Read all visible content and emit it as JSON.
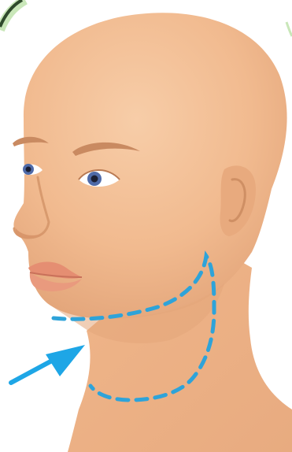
{
  "illustration": {
    "subject": "bald-head-3-4-view",
    "icon": "head-neck-illustration",
    "arrow_icon": "arrow-pointing-up-right",
    "guide_line_style": "dashed"
  },
  "colors": {
    "background": "#ffffff",
    "skin": "#f1ba8f",
    "skin_shadow": "#e3a57a",
    "skin_highlight": "#f7cda8",
    "brow": "#c98a61",
    "iris": "#4f6aa8",
    "pupil": "#1b1f33",
    "lips": "#e58e72",
    "dashed_line": "#2ea3d9",
    "arrow": "#1ea6e6",
    "corner_ring": "#2f4a2c",
    "corner_glow": "#c9e7b9"
  }
}
